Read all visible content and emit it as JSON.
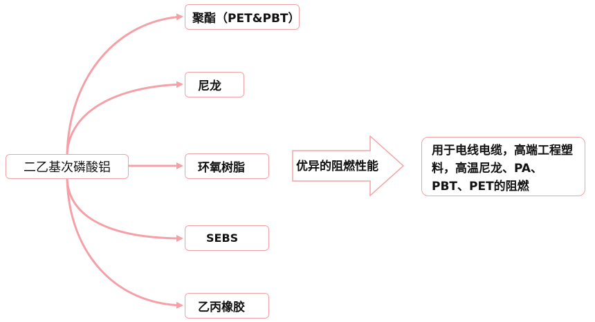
{
  "source": {
    "label": "二乙基次磷酸铝"
  },
  "targets": [
    {
      "id": "polyester",
      "label": "聚酯（PET&PBT）"
    },
    {
      "id": "nylon",
      "label": "尼龙"
    },
    {
      "id": "epoxy",
      "label": "环氧树脂"
    },
    {
      "id": "sebs",
      "label": "SEBS"
    },
    {
      "id": "epdm",
      "label": "乙丙橡胶"
    }
  ],
  "arrow": {
    "label": "优异的阻燃性能"
  },
  "application": {
    "text": "用于电线电缆，高端工程塑料，高温尼龙、PA、PBT、PET的阻燃"
  },
  "colors": {
    "connector": "#f4a0a6",
    "box_border": "#f2a0a6",
    "big_arrow": "#f2a0a6"
  }
}
